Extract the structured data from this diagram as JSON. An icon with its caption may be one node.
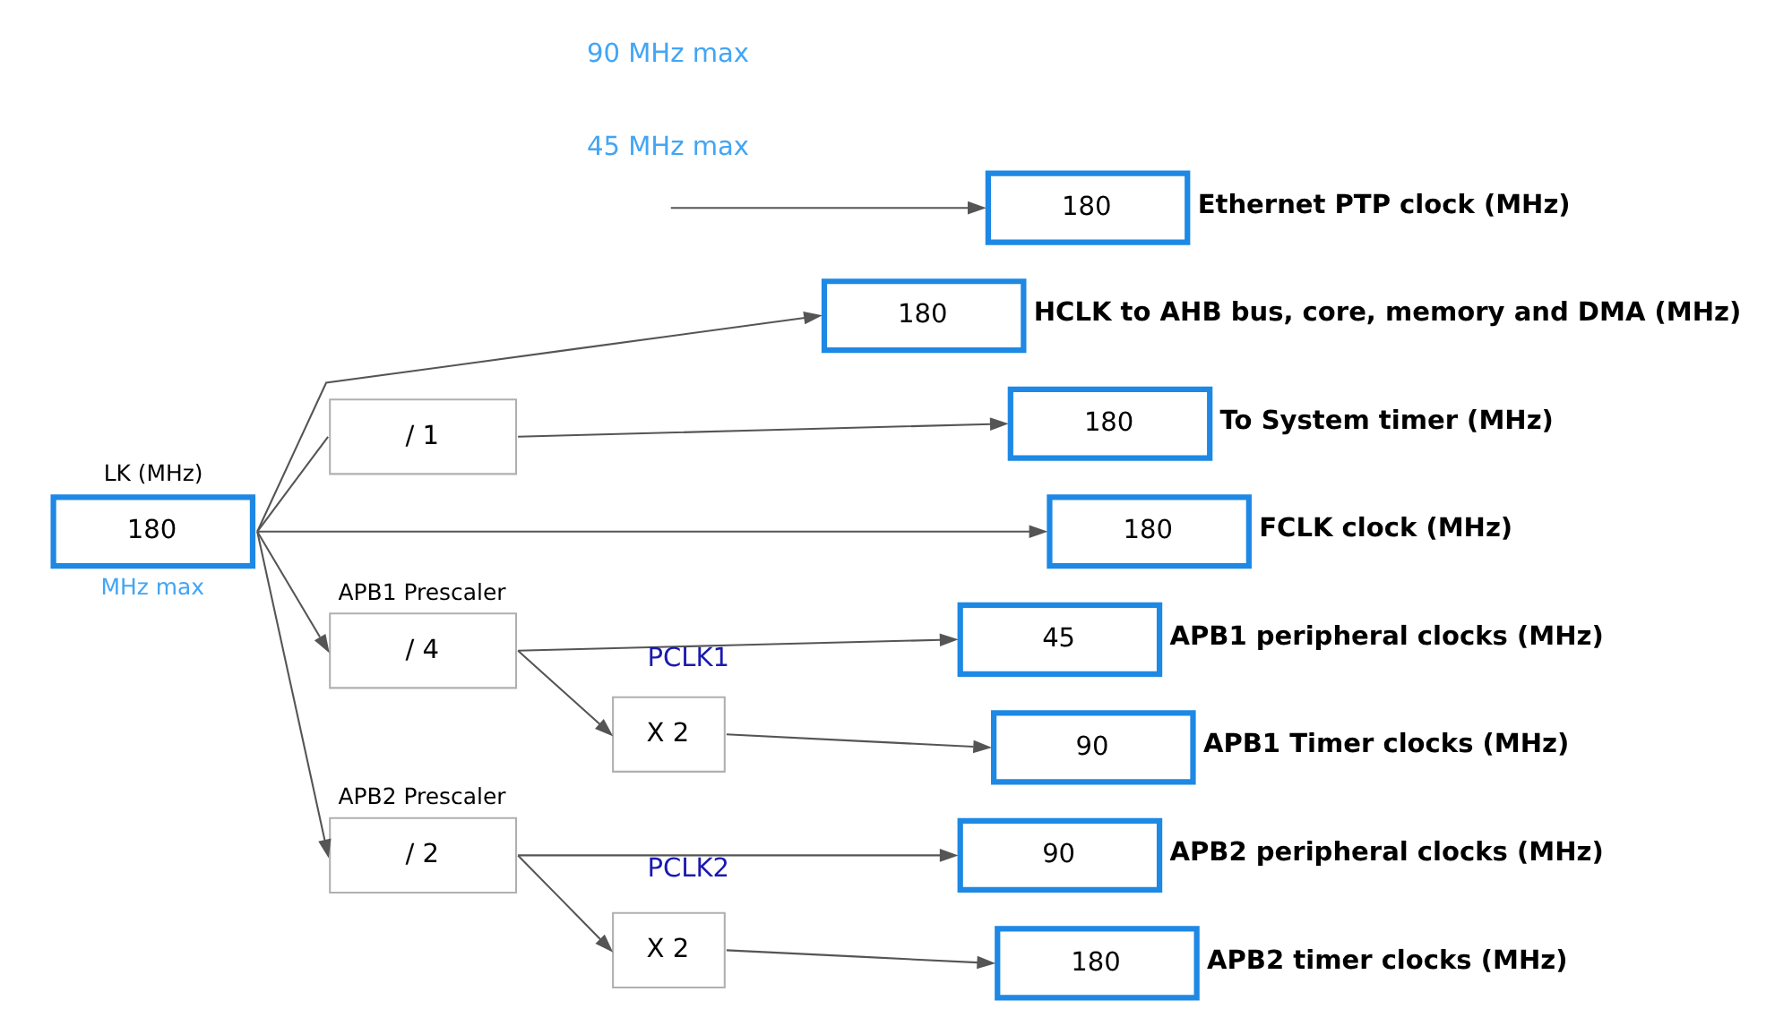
{
  "diagram": {
    "nodes": [
      {
        "text": [
          "180"
        ],
        "beside": [
          "LK (MHz)",
          "MHz max"
        ]
      },
      {
        "text": [
          "180"
        ],
        "beside": [
          "Ethernet PTP clock (MHz)"
        ]
      },
      {
        "text": [
          "180"
        ],
        "beside": [
          "HCLK to AHB bus, core, memory and DMA (MHz)"
        ]
      },
      {
        "text": [
          "/ 1"
        ]
      },
      {
        "text": [
          "180"
        ],
        "beside": [
          "To System timer (MHz)"
        ]
      },
      {
        "text": [
          "180"
        ],
        "beside": [
          "FCLK clock (MHz)"
        ]
      },
      {
        "text": [
          "/ 4"
        ],
        "beside": [
          "APB1 Prescaler"
        ]
      },
      {
        "text": [
          "45"
        ],
        "beside": [
          "APB1 peripheral clocks (MHz)"
        ]
      },
      {
        "text": [
          "X 2"
        ]
      },
      {
        "text": [
          "90"
        ],
        "beside": [
          "APB1 Timer clocks (MHz)"
        ]
      },
      {
        "text": [
          "/ 2"
        ],
        "beside": [
          "APB2 Prescaler"
        ]
      },
      {
        "text": [
          "90"
        ],
        "beside": [
          "APB2 peripheral clocks (MHz)"
        ]
      },
      {
        "text": [
          "X 2"
        ]
      },
      {
        "text": [
          "180"
        ],
        "beside": [
          "APB2 timer clocks (MHz)"
        ]
      }
    ],
    "edges": [
      {
        "from": null,
        "to": 1,
        "arrow": "to"
      },
      {
        "from": 0,
        "to": 2,
        "arrow": "to"
      },
      {
        "from": 0,
        "to": 3,
        "arrow": "none"
      },
      {
        "from": 3,
        "to": 4,
        "arrow": "to"
      },
      {
        "from": 0,
        "to": 5,
        "arrow": "to"
      },
      {
        "from": 0,
        "to": 6,
        "arrow": "to"
      },
      {
        "from": 6,
        "to": 7,
        "arrow": "to",
        "label": "PCLK1"
      },
      {
        "from": 6,
        "to": 8,
        "arrow": "to"
      },
      {
        "from": 8,
        "to": 9,
        "arrow": "to"
      },
      {
        "from": 0,
        "to": 10,
        "arrow": "to"
      },
      {
        "from": 10,
        "to": 11,
        "arrow": "to",
        "label": "PCLK2"
      },
      {
        "from": 10,
        "to": 12,
        "arrow": "to"
      },
      {
        "from": 12,
        "to": 13,
        "arrow": "to"
      }
    ],
    "labels": [
      "45 MHz max",
      "90 MHz max"
    ]
  }
}
